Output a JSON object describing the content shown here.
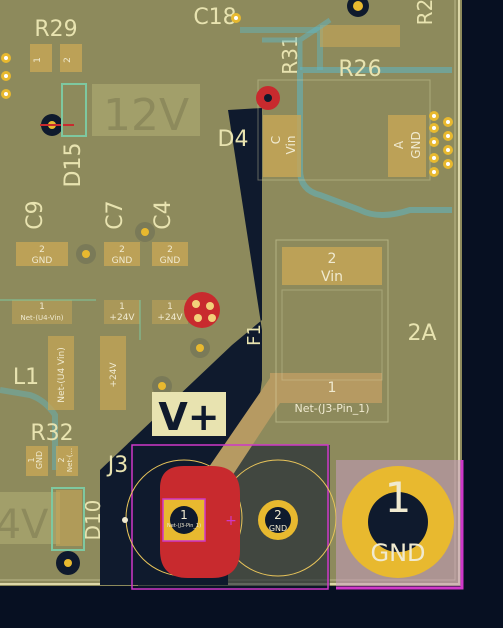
{
  "canvas": {
    "background": "#071022",
    "board_fill": "#8d8a5c",
    "silk_color": "#e8e3b0",
    "pad_color": "#c8a656",
    "copper_track": "#b69a62",
    "via_color": "#e8b92f",
    "zone_dark": "#0f1a2d",
    "highlight_magenta": "#cf38c8",
    "outline_cyan": "#5fb6c4",
    "red_pad": "#c82a2e"
  },
  "silkscreen": {
    "r29": "R29",
    "c18": "C18",
    "r31": "R31",
    "r26": "R26",
    "r2_partial": "R2",
    "label_12v": "12V",
    "d4": "D4",
    "d15": "D15",
    "c9": "C9",
    "c7": "C7",
    "c4": "C4",
    "f1": "F1",
    "rating_2a": "2A",
    "l1": "L1",
    "r32": "R32",
    "j3": "J3",
    "d10": "D10",
    "vplus": "V+",
    "label_4v_partial": "4V"
  },
  "pads": {
    "r29_pad1": "1",
    "r29_pad2": "2",
    "d4_c_num": "C",
    "d4_c_net": "Vin",
    "d4_a_num": "A",
    "d4_a_net": "GND",
    "c9_pad2_num": "2",
    "c9_pad2_net": "GND",
    "c9_pad1_num": "1",
    "c9_pad1_net": "Net-(U4-Vin)",
    "c7_pad2_num": "2",
    "c7_pad2_net": "GND",
    "c7_pad1_num": "1",
    "c7_pad1_net": "+24V",
    "c4_pad2_num": "2",
    "c4_pad2_net": "GND",
    "c4_pad1_num": "1",
    "c4_pad1_net": "+24V",
    "f1_pad2_num": "2",
    "f1_pad2_net": "Vin",
    "f1_pad1_num": "1",
    "f1_pad1_net": "Net-(J3-Pin_1)",
    "l1_pad_net": "Net-(U4 Vin)",
    "l1_pad2_net": "+24V",
    "r32_pad1": "1",
    "r32_pad1_net": "GND",
    "r32_pad2": "2",
    "r32_pad2_net": "Net-(...",
    "j3_pin1_num": "1",
    "j3_pin1_net": "Net-(J3-Pin_1)",
    "j3_pin2_num": "2",
    "j3_pin2_net": "GND",
    "mount_num": "1",
    "mount_net": "GND"
  }
}
